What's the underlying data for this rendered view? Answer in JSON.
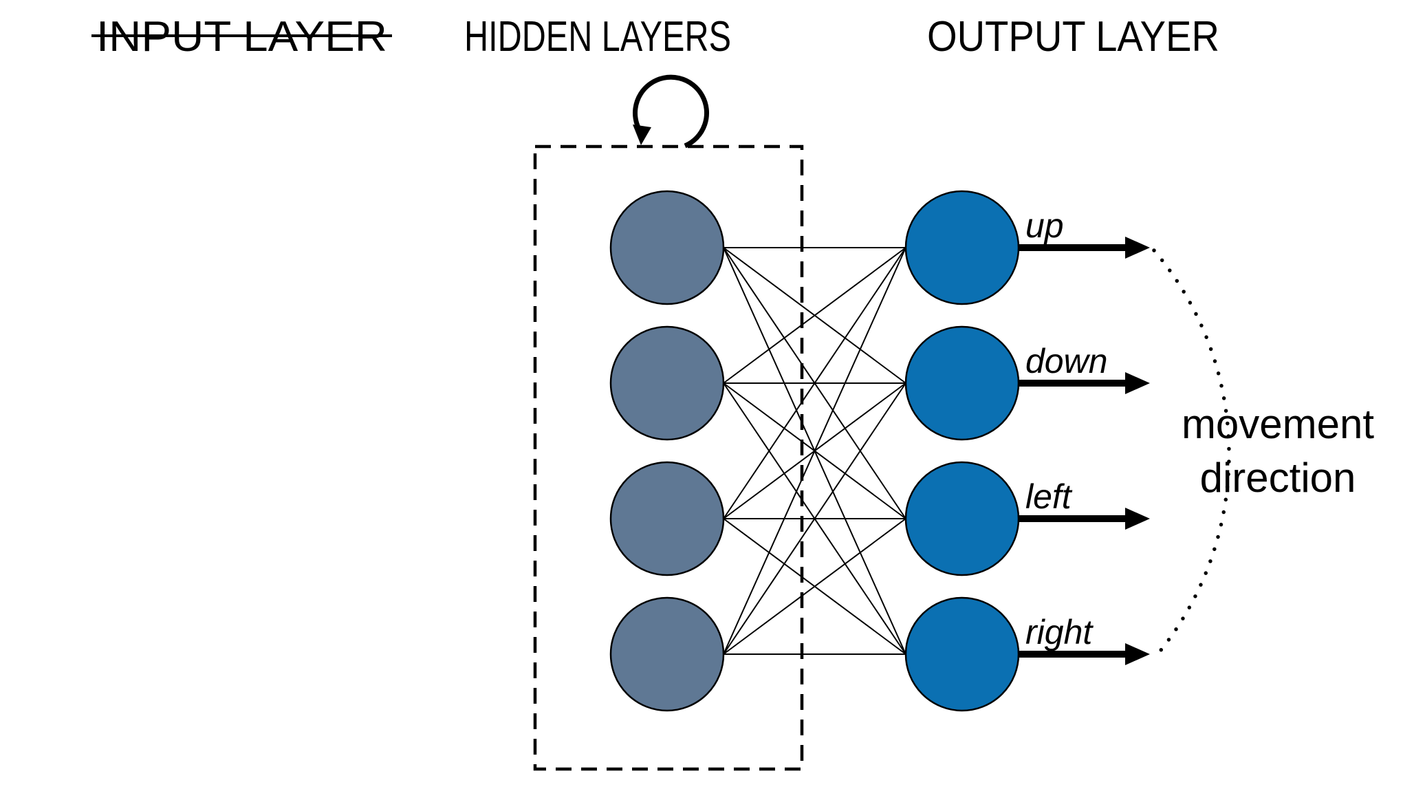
{
  "headers": {
    "input_layer": "INPUT LAYER",
    "hidden_layers": "HIDDEN LAYERS",
    "output_layer": "OUTPUT LAYER"
  },
  "input_layer": {
    "struck_through": true,
    "node_count": 0
  },
  "hidden_layer": {
    "node_count": 4,
    "recurrent_loop": true
  },
  "output_layer": {
    "node_count": 4,
    "labels": [
      "up",
      "down",
      "left",
      "right"
    ]
  },
  "annotation": {
    "movement_direction": [
      "movement",
      "direction"
    ]
  },
  "colors": {
    "hidden_node_fill": "#5f7894",
    "output_node_fill": "#0b70b2",
    "line": "#000000"
  }
}
